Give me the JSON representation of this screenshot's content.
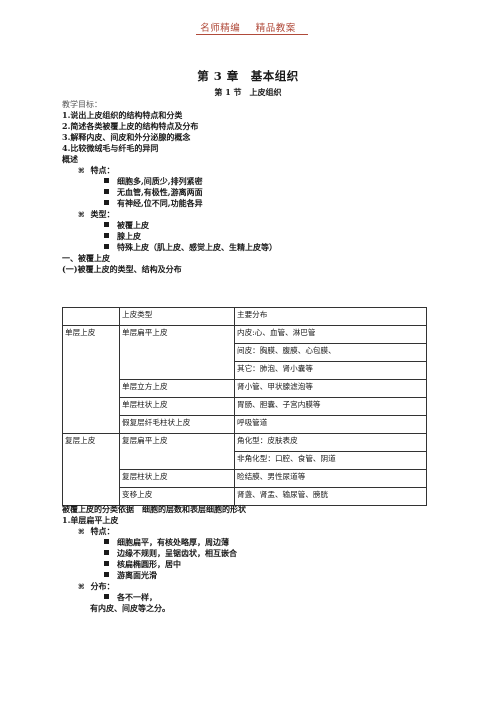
{
  "header": {
    "left": "名师精编",
    "right": "精品教案"
  },
  "chapter_title": "第 3 章　基本组织",
  "section_title": "第 1 节　上皮组织",
  "goals_heading": "教学目标：",
  "goals": [
    "1.说出上皮组织的结构特点和分类",
    "2.简述各类被覆上皮的结构特点及分布",
    "3.解释内皮、间皮和外分泌腺的概念",
    "4.比较微绒毛与纤毛的异同"
  ],
  "overview_heading": "概述",
  "features_label": "特点：",
  "features": [
    "细胞多,间质少,排列紧密",
    "无血管,有极性,游离两面",
    "有神经,位不同,功能各异"
  ],
  "types_label": "类型：",
  "types": [
    "被覆上皮",
    "腺上皮",
    "特殊上皮（肌上皮、感觉上皮、生精上皮等）"
  ],
  "part1_heading": "一、被覆上皮",
  "part1_sub": "(一)被覆上皮的类型、结构及分布",
  "table": {
    "headers": [
      "",
      "上皮类型",
      "主要分布"
    ],
    "single_layer": "单层上皮",
    "multi_layer": "复层上皮",
    "rows": [
      {
        "type": "单层扁平上皮",
        "dist": [
          "内皮:心、血管、淋巴管",
          "间皮：胸膜、腹膜、心包膜、",
          "其它：肺泡、肾小囊等"
        ]
      },
      {
        "type": "单层立方上皮",
        "dist": [
          "肾小管、甲状腺滤泡等"
        ]
      },
      {
        "type": "单层柱状上皮",
        "dist": [
          "胃肠、胆囊、子宫内膜等"
        ]
      },
      {
        "type": "假复层纤毛柱状上皮",
        "dist": [
          "呼吸管道"
        ]
      },
      {
        "type": "复层扁平上皮",
        "dist": [
          "角化型：皮肤表皮",
          "非角化型：口腔、食管、阴道"
        ]
      },
      {
        "type": "复层柱状上皮",
        "dist": [
          "睑结膜、男性尿道等"
        ]
      },
      {
        "type": "变移上皮",
        "dist": [
          "肾盏、肾盂、输尿管、膀胱"
        ]
      }
    ]
  },
  "classification_note": "被覆上皮的分类依据　细胞的层数和表层细胞的形状",
  "sub1_heading": "1.单层扁平上皮",
  "sub1_features_label": "特点：",
  "sub1_features": [
    "细胞扁平，有核处略厚，周边薄",
    "边缘不规则，呈锯齿状，相互嵌合",
    "核扁椭圆形，居中",
    "游离面光滑"
  ],
  "sub1_dist_label": "分布：",
  "sub1_dist_items": [
    "各不一样，"
  ],
  "sub1_dist_tail": "有内皮、间皮等之分。"
}
